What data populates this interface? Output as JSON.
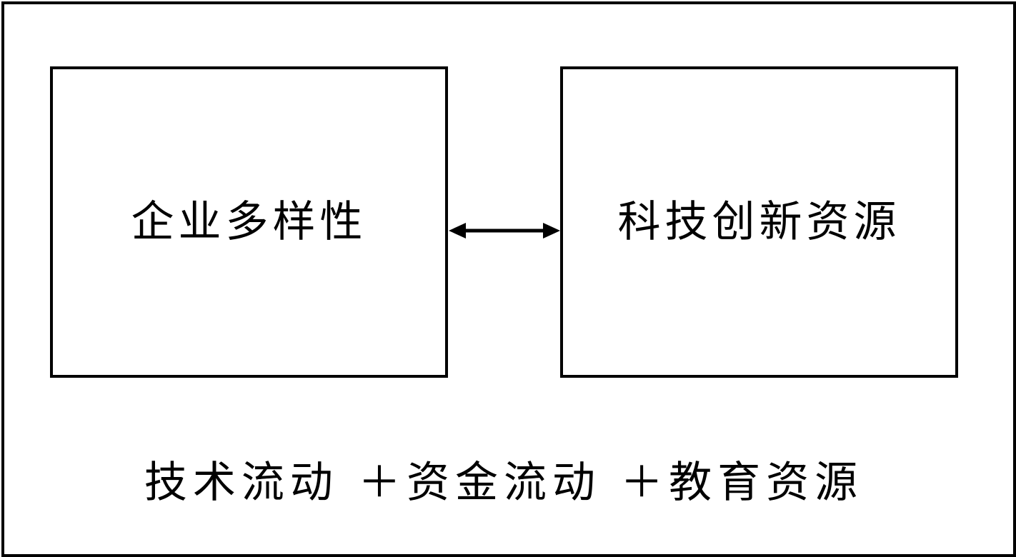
{
  "diagram": {
    "left_box": {
      "label": "企业多样性"
    },
    "right_box": {
      "label": "科技创新资源"
    },
    "relation": "bidirectional",
    "footer": {
      "text": "技术流动 ＋资金流动 ＋教育资源"
    },
    "colors": {
      "stroke": "#000000",
      "background": "#ffffff"
    }
  }
}
